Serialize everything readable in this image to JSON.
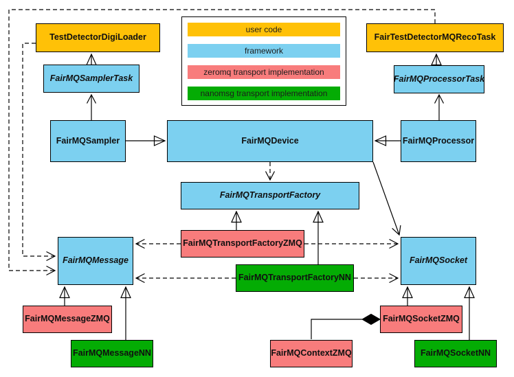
{
  "legend": {
    "items": [
      {
        "label": "user code",
        "color": "#FFC107"
      },
      {
        "label": "framework",
        "color": "#7CD0F0"
      },
      {
        "label": "zeromq transport implementation",
        "color": "#F87C7C"
      },
      {
        "label": "nanomsg transport implementation",
        "color": "#04AC04"
      }
    ]
  },
  "nodes": {
    "digiLoader": {
      "label": "TestDetectorDigiLoader",
      "color": "#FFC107",
      "category": "user code",
      "abstract": false
    },
    "recoTask": {
      "label": "FairTestDetectorMQRecoTask",
      "color": "#FFC107",
      "category": "user code",
      "abstract": false
    },
    "samplerTask": {
      "label": "FairMQSamplerTask",
      "color": "#7CD0F0",
      "category": "framework",
      "abstract": true
    },
    "processorTask": {
      "label": "FairMQProcessorTask",
      "color": "#7CD0F0",
      "category": "framework",
      "abstract": true
    },
    "sampler": {
      "label": "FairMQSampler",
      "color": "#7CD0F0",
      "category": "framework",
      "abstract": false
    },
    "device": {
      "label": "FairMQDevice",
      "color": "#7CD0F0",
      "category": "framework",
      "abstract": false
    },
    "processor": {
      "label": "FairMQProcessor",
      "color": "#7CD0F0",
      "category": "framework",
      "abstract": false
    },
    "transportFactory": {
      "label": "FairMQTransportFactory",
      "color": "#7CD0F0",
      "category": "framework",
      "abstract": true
    },
    "transportFactoryZMQ": {
      "label": "FairMQTransportFactoryZMQ",
      "color": "#F87C7C",
      "category": "zeromq transport implementation",
      "abstract": false
    },
    "transportFactoryNN": {
      "label": "FairMQTransportFactoryNN",
      "color": "#04AC04",
      "category": "nanomsg transport implementation",
      "abstract": false
    },
    "message": {
      "label": "FairMQMessage",
      "color": "#7CD0F0",
      "category": "framework",
      "abstract": true
    },
    "socket": {
      "label": "FairMQSocket",
      "color": "#7CD0F0",
      "category": "framework",
      "abstract": true
    },
    "messageZMQ": {
      "label": "FairMQMessageZMQ",
      "color": "#F87C7C",
      "category": "zeromq transport implementation",
      "abstract": false
    },
    "messageNN": {
      "label": "FairMQMessageNN",
      "color": "#04AC04",
      "category": "nanomsg transport implementation",
      "abstract": false
    },
    "socketZMQ": {
      "label": "FairMQSocketZMQ",
      "color": "#F87C7C",
      "category": "zeromq transport implementation",
      "abstract": false
    },
    "socketNN": {
      "label": "FairMQSocketNN",
      "color": "#04AC04",
      "category": "nanomsg transport implementation",
      "abstract": false
    },
    "contextZMQ": {
      "label": "FairMQContextZMQ",
      "color": "#F87C7C",
      "category": "zeromq transport implementation",
      "abstract": false
    }
  },
  "edges": [
    {
      "from": "samplerTask",
      "to": "digiLoader",
      "type": "inheritance-hollow-triangle",
      "line": "solid"
    },
    {
      "from": "processorTask",
      "to": "recoTask",
      "type": "inheritance-hollow-triangle",
      "line": "solid"
    },
    {
      "from": "sampler",
      "to": "samplerTask",
      "type": "open-arrow",
      "line": "solid"
    },
    {
      "from": "processor",
      "to": "processorTask",
      "type": "open-arrow",
      "line": "solid"
    },
    {
      "from": "sampler",
      "to": "device",
      "type": "inheritance-hollow-triangle",
      "line": "solid"
    },
    {
      "from": "processor",
      "to": "device",
      "type": "inheritance-hollow-triangle",
      "line": "solid"
    },
    {
      "from": "device",
      "to": "transportFactory",
      "type": "open-arrow",
      "line": "dashed"
    },
    {
      "from": "device",
      "to": "socket",
      "type": "open-arrow",
      "line": "solid"
    },
    {
      "from": "transportFactoryZMQ",
      "to": "transportFactory",
      "type": "inheritance-hollow-triangle",
      "line": "solid"
    },
    {
      "from": "transportFactoryNN",
      "to": "transportFactory",
      "type": "inheritance-hollow-triangle",
      "line": "solid"
    },
    {
      "from": "digiLoader",
      "to": "message",
      "type": "open-arrow",
      "line": "dashed"
    },
    {
      "from": "recoTask",
      "to": "message",
      "type": "open-arrow",
      "line": "dashed"
    },
    {
      "from": "transportFactoryZMQ",
      "to": "message",
      "type": "open-arrow",
      "line": "dashed"
    },
    {
      "from": "transportFactoryNN",
      "to": "message",
      "type": "open-arrow",
      "line": "dashed"
    },
    {
      "from": "transportFactoryZMQ",
      "to": "socket",
      "type": "open-arrow",
      "line": "dashed"
    },
    {
      "from": "transportFactoryNN",
      "to": "socket",
      "type": "open-arrow",
      "line": "dashed"
    },
    {
      "from": "messageZMQ",
      "to": "message",
      "type": "inheritance-hollow-triangle",
      "line": "solid"
    },
    {
      "from": "messageNN",
      "to": "message",
      "type": "inheritance-hollow-triangle",
      "line": "solid"
    },
    {
      "from": "socketZMQ",
      "to": "socket",
      "type": "inheritance-hollow-triangle",
      "line": "solid"
    },
    {
      "from": "socketNN",
      "to": "socket",
      "type": "inheritance-hollow-triangle",
      "line": "solid"
    },
    {
      "from": "contextZMQ",
      "to": "socketZMQ",
      "type": "composition-filled-diamond",
      "line": "solid"
    }
  ]
}
